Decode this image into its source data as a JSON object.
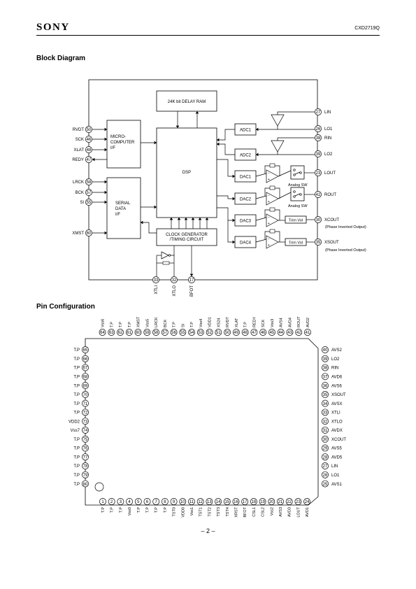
{
  "header": {
    "brand": "SONY",
    "part_number": "CXD2719Q"
  },
  "sections": {
    "block_diagram": "Block Diagram",
    "pin_configuration": "Pin Configuration"
  },
  "page_number": "– 2 –",
  "block_diagram": {
    "blocks": {
      "delay_ram": "24K bit DELAY RAM",
      "micro": [
        "MICRO-",
        "COMPUTER",
        "I/F"
      ],
      "serial": [
        "SERIAL",
        "DATA",
        "I/F"
      ],
      "dsp": "DSP",
      "clock": [
        "CLOCK GENERATOR",
        "/TIMING CIRCUIT"
      ],
      "adc1": "ADC1",
      "adc2": "ADC2",
      "dac1": "DAC1",
      "dac2": "DAC2",
      "dac3": "DAC3",
      "dac4": "DAC4",
      "trim1": "Trim Vol",
      "trim2": "Trim Vol",
      "analog_sw1": "Analog SW",
      "analog_sw2": "Analog SW"
    },
    "left_pins": [
      {
        "name": "RVDT",
        "num": "50"
      },
      {
        "name": "SCK",
        "num": "46"
      },
      {
        "name": "XLAT",
        "num": "48"
      },
      {
        "name": "REDY",
        "num": "47"
      },
      {
        "name": "LRCK",
        "num": "58"
      },
      {
        "name": "BCK",
        "num": "57"
      },
      {
        "name": "SI",
        "num": "55"
      },
      {
        "name": "XMST",
        "num": "60"
      }
    ],
    "right_pins": [
      {
        "name": "LIN",
        "num": "27"
      },
      {
        "name": "LO1",
        "num": "26"
      },
      {
        "name": "RIN",
        "num": "38"
      },
      {
        "name": "LO2",
        "num": "39"
      },
      {
        "name": "LOUT",
        "num": "23"
      },
      {
        "name": "ROUT",
        "num": "42"
      },
      {
        "name": "XCOUT",
        "num": "30"
      },
      {
        "name": "XSOUT",
        "num": "35"
      }
    ],
    "notes": [
      "(Phase Inverted Output)",
      "(Phase Inverted Output)"
    ],
    "bottom_pins": [
      {
        "name": "XTLI",
        "num": "33"
      },
      {
        "name": "XTLO",
        "num": "32"
      },
      {
        "name": "BFOT",
        "num": "17"
      }
    ]
  },
  "pin_config": {
    "top": [
      {
        "num": "64",
        "name": "Vss6"
      },
      {
        "num": "63",
        "name": "T.P"
      },
      {
        "num": "62",
        "name": "T.P"
      },
      {
        "num": "61",
        "name": "T.P"
      },
      {
        "num": "60",
        "name": "XMST"
      },
      {
        "num": "59",
        "name": "Vss5"
      },
      {
        "num": "58",
        "name": "LRCK"
      },
      {
        "num": "57",
        "name": "BCK"
      },
      {
        "num": "56",
        "name": "T.P"
      },
      {
        "num": "55",
        "name": "SI"
      },
      {
        "num": "54",
        "name": "T.P"
      },
      {
        "num": "53",
        "name": "Vss4"
      },
      {
        "num": "52",
        "name": "VDD1"
      },
      {
        "num": "51",
        "name": "XS24"
      },
      {
        "num": "50",
        "name": "RVDT"
      },
      {
        "num": "49",
        "name": "XLAT"
      },
      {
        "num": "48",
        "name": "T.P"
      },
      {
        "num": "47",
        "name": "REDY"
      },
      {
        "num": "46",
        "name": "SCK"
      },
      {
        "num": "45",
        "name": "Vss3"
      },
      {
        "num": "44",
        "name": "AVS4"
      },
      {
        "num": "43",
        "name": "AVD4"
      },
      {
        "num": "42",
        "name": "ROUT"
      },
      {
        "num": "41",
        "name": "AVD2"
      }
    ],
    "bottom": [
      {
        "num": "1",
        "name": "T.P"
      },
      {
        "num": "2",
        "name": "T.P"
      },
      {
        "num": "3",
        "name": "T.P"
      },
      {
        "num": "4",
        "name": "Vss0"
      },
      {
        "num": "5",
        "name": "T.P"
      },
      {
        "num": "6",
        "name": "T.P"
      },
      {
        "num": "7",
        "name": "T.P"
      },
      {
        "num": "8",
        "name": "T.P"
      },
      {
        "num": "9",
        "name": "TST0"
      },
      {
        "num": "10",
        "name": "VDD0"
      },
      {
        "num": "11",
        "name": "Vss1"
      },
      {
        "num": "12",
        "name": "TST1"
      },
      {
        "num": "13",
        "name": "TST2"
      },
      {
        "num": "14",
        "name": "TST3"
      },
      {
        "num": "15",
        "name": "TST4"
      },
      {
        "num": "16",
        "name": "XRST"
      },
      {
        "num": "17",
        "name": "BFOT"
      },
      {
        "num": "18",
        "name": "CSL1"
      },
      {
        "num": "19",
        "name": "CSL2"
      },
      {
        "num": "20",
        "name": "Vss2"
      },
      {
        "num": "21",
        "name": "AVS3"
      },
      {
        "num": "22",
        "name": "AVD3"
      },
      {
        "num": "23",
        "name": "LOUT"
      },
      {
        "num": "24",
        "name": "AVD1"
      }
    ],
    "left": [
      {
        "num": "65",
        "name": "T.P"
      },
      {
        "num": "66",
        "name": "T.P"
      },
      {
        "num": "67",
        "name": "T.P"
      },
      {
        "num": "68",
        "name": "T.P"
      },
      {
        "num": "69",
        "name": "T.P"
      },
      {
        "num": "70",
        "name": "T.P"
      },
      {
        "num": "71",
        "name": "T.P"
      },
      {
        "num": "72",
        "name": "T.P"
      },
      {
        "num": "73",
        "name": "VDD2"
      },
      {
        "num": "74",
        "name": "Vss7"
      },
      {
        "num": "75",
        "name": "T.P"
      },
      {
        "num": "76",
        "name": "T.P"
      },
      {
        "num": "77",
        "name": "T.P"
      },
      {
        "num": "78",
        "name": "T.P"
      },
      {
        "num": "79",
        "name": "T.P"
      },
      {
        "num": "80",
        "name": "T.P"
      }
    ],
    "right": [
      {
        "num": "40",
        "name": "AVS2"
      },
      {
        "num": "39",
        "name": "LO2"
      },
      {
        "num": "38",
        "name": "RIN"
      },
      {
        "num": "37",
        "name": "AVD6"
      },
      {
        "num": "36",
        "name": "AVS6"
      },
      {
        "num": "35",
        "name": "XSOUT"
      },
      {
        "num": "34",
        "name": "AVSX"
      },
      {
        "num": "33",
        "name": "XTLI"
      },
      {
        "num": "32",
        "name": "XTLO"
      },
      {
        "num": "31",
        "name": "AVDX"
      },
      {
        "num": "30",
        "name": "XCOUT"
      },
      {
        "num": "29",
        "name": "AVS5"
      },
      {
        "num": "28",
        "name": "AVD5"
      },
      {
        "num": "27",
        "name": "LIN"
      },
      {
        "num": "26",
        "name": "LO1"
      },
      {
        "num": "25",
        "name": "AVS1"
      }
    ]
  }
}
